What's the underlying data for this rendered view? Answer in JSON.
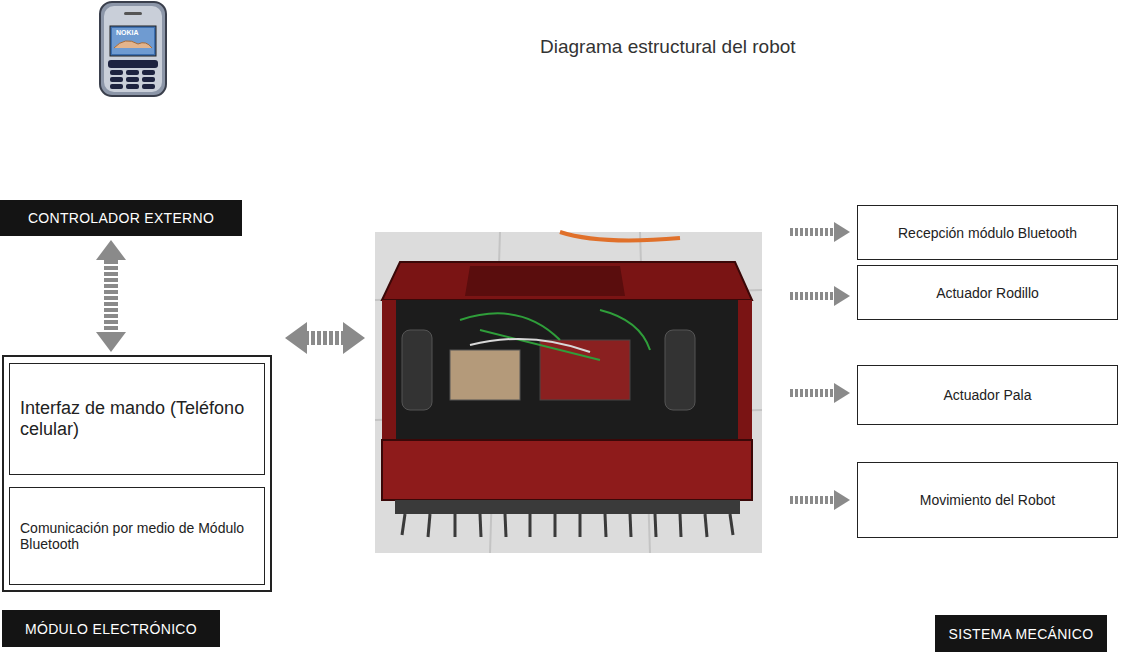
{
  "diagram": {
    "title": "Diagrama estructural del robot",
    "nodes": [
      {
        "text": [
          "CONTROLADOR EXTERNO"
        ]
      },
      {
        "text": [
          "MÓDULO ELECTRÓNICO"
        ]
      },
      {
        "text": [
          "Interfaz de mando (Teléfono celular)"
        ],
        "in": 1
      },
      {
        "text": [
          "Comunicación por medio de Módulo Bluetooth"
        ],
        "in": 1
      },
      {
        "text": [
          "Recepción módulo Bluetooth"
        ]
      },
      {
        "text": [
          "Actuador Rodillo"
        ]
      },
      {
        "text": [
          "Actuador Pala"
        ]
      },
      {
        "text": [
          "Movimiento del Robot"
        ]
      },
      {
        "text": [
          "SISTEMA MECÁNICO"
        ]
      }
    ],
    "edges": [
      {
        "from": 0,
        "to": 1,
        "arrow": "both"
      }
    ],
    "labels": [
      "NOKIA"
    ]
  }
}
